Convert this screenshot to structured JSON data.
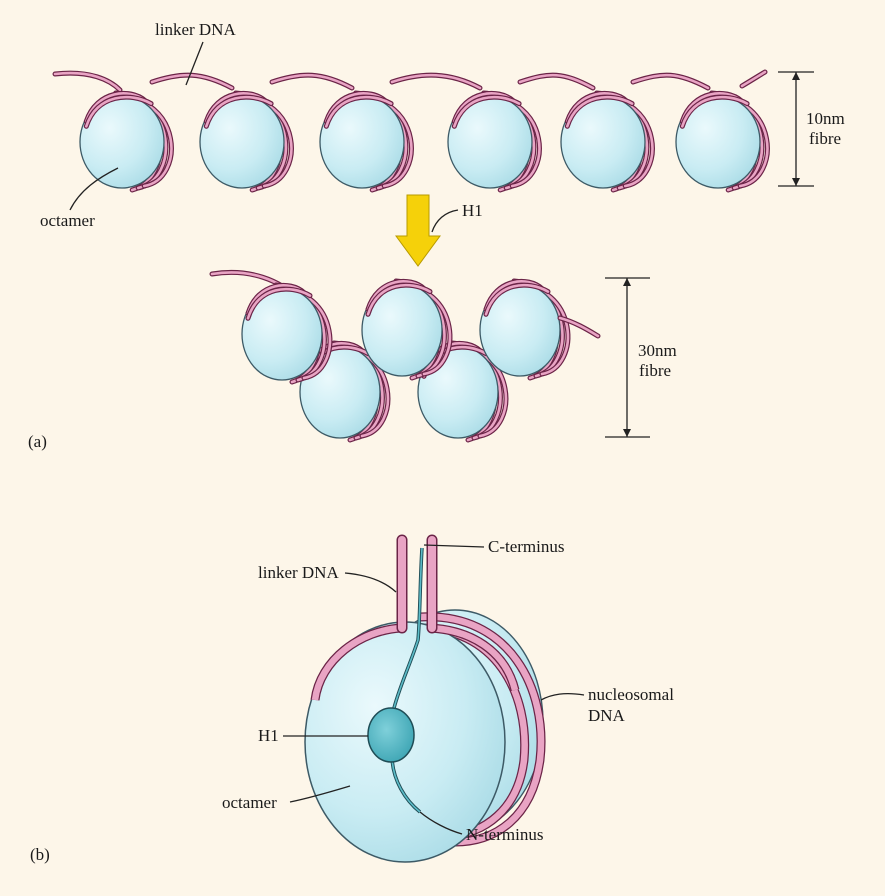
{
  "figure": {
    "background": "#fdf6e9",
    "colors": {
      "octamer_fill": "#c9ecf3",
      "octamer_highlight": "#e8f8fb",
      "octamer_stroke": "#3d5a66",
      "dna_fill": "#e9a4c4",
      "dna_stroke": "#6b2447",
      "h1_fill": "#5cbcc8",
      "arrow_fill": "#f5d10a",
      "line": "#222222"
    },
    "panel_a": {
      "label": "(a)",
      "linker_dna_label": "linker DNA",
      "octamer_label": "octamer",
      "h1_label": "H1",
      "fibre_10nm": [
        "10nm",
        "fibre"
      ],
      "fibre_30nm": [
        "30nm",
        "fibre"
      ]
    },
    "panel_b": {
      "label": "(b)",
      "c_terminus_label": "C-terminus",
      "linker_dna_label": "linker DNA",
      "nucleosomal_dna_label": [
        "nucleosomal",
        "DNA"
      ],
      "h1_label": "H1",
      "octamer_label": "octamer",
      "n_terminus_label": "N-terminus"
    }
  }
}
